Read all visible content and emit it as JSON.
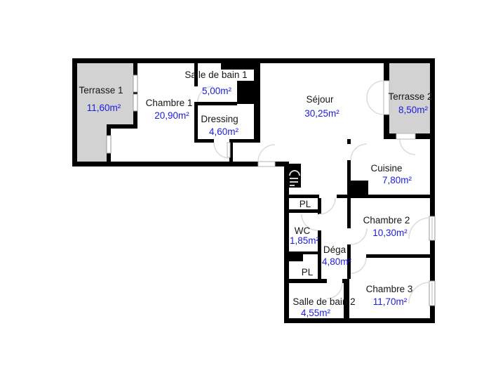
{
  "plan": {
    "type": "apartment-floor-plan",
    "rooms": [
      {
        "key": "terrasse1",
        "name": "Terrasse 1",
        "area": "11,60m²"
      },
      {
        "key": "chambre1",
        "name": "Chambre 1",
        "area": "20,90m²"
      },
      {
        "key": "sdb1",
        "name": "Salle de bain 1",
        "area": "5,00m²"
      },
      {
        "key": "dressing",
        "name": "Dressing",
        "area": "4,60m²"
      },
      {
        "key": "sejour",
        "name": "Séjour",
        "area": "30,25m²"
      },
      {
        "key": "terrasse2",
        "name": "Terrasse 2",
        "area": "8,50m²"
      },
      {
        "key": "cuisine",
        "name": "Cuisine",
        "area": "7,80m²"
      },
      {
        "key": "pl_haut",
        "name": "PL"
      },
      {
        "key": "wc",
        "name": "WC",
        "area": "1,85m²"
      },
      {
        "key": "dega",
        "name": "Déga",
        "area": "4,80m²"
      },
      {
        "key": "pl_bas",
        "name": "PL"
      },
      {
        "key": "chambre2",
        "name": "Chambre 2",
        "area": "10,30m²"
      },
      {
        "key": "chambre3",
        "name": "Chambre 3",
        "area": "11,70m²"
      },
      {
        "key": "sdb2",
        "name": "Salle de bain 2",
        "area": "4,55m²"
      }
    ],
    "colors": {
      "wall": "#000000",
      "terrace_fill": "#d2d2d2",
      "room_name_text": "#161616",
      "room_area_text": "#1b1be0",
      "door_arc": "#dcdcdc",
      "background": "#ffffff"
    }
  }
}
